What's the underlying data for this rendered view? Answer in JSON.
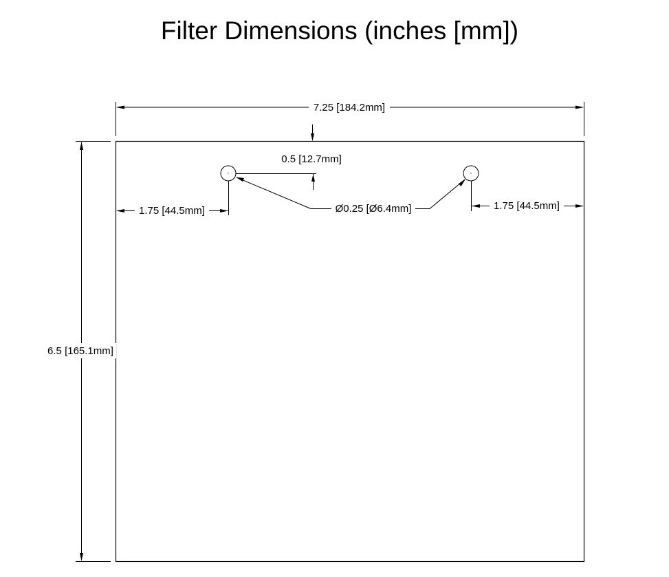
{
  "title": "Filter Dimensions (inches [mm])",
  "drawing": {
    "outline": {
      "width_label": "7.25 [184.2mm]",
      "height_label": "6.5 [165.1mm]"
    },
    "holes": {
      "diameter_label": "Ø0.25 [Ø6.4mm]",
      "offset_from_top_label": "0.5 [12.7mm]",
      "left_offset_label": "1.75 [44.5mm]",
      "right_offset_label": "1.75 [44.5mm]",
      "count": 2
    },
    "line_color": "#000000",
    "background": "#ffffff"
  }
}
